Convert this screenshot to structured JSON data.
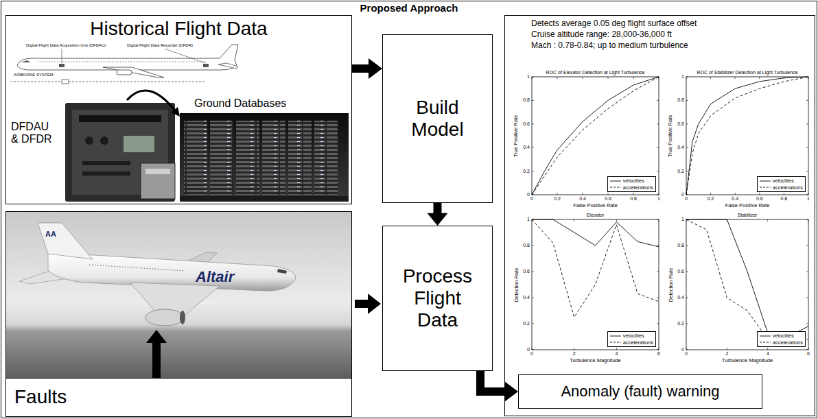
{
  "diagram": {
    "title": "Proposed Approach",
    "nodes": [
      {
        "text": [
          "Historical Flight Data"
        ]
      },
      {
        "text": [
          "Build Model"
        ]
      },
      {
        "text": [
          "Process Flight Data"
        ]
      },
      {
        "text": [
          "Faults"
        ]
      },
      {
        "text": [
          "Detects average 0.05 deg flight surface offset",
          "Cruise altitude range: 28,000-36,000 ft",
          "Mach : 0.78-0.84; up to medium turbulence"
        ]
      },
      {
        "text": [
          "Anomaly (fault) warning"
        ],
        "in": 4
      }
    ],
    "edges": [
      {
        "from": 0,
        "to": 1,
        "arrow": "to"
      },
      {
        "from": 1,
        "to": 2,
        "arrow": "to"
      },
      {
        "from": 2,
        "to": 5,
        "arrow": "to"
      }
    ],
    "labels": [
      "Ground Databases",
      "DFDAU & DFDR",
      "Digital Flight Data Acquisition Unit (DFDAU)",
      "Digital Flight Data Recorder (DFDR)",
      "AIRBORNE SYSTEM",
      "Altair",
      "AA",
      "ROC of Elevator Detection at Light Turbulence",
      "False Positive Rate",
      "True Positive Rate",
      "0",
      "0.2",
      "0.4",
      "0.6",
      "0.8",
      "1",
      "0",
      "0.2",
      "0.4",
      "0.6",
      "0.8",
      "1",
      "ROC of Stabilizer Detection at Light Turbulence",
      "False Positive Rate",
      "True Positive Rate",
      "0",
      "0.2",
      "0.4",
      "0.6",
      "0.8",
      "1",
      "0",
      "0.2",
      "0.4",
      "0.6",
      "0.8",
      "1",
      "Elevator",
      "Turbulence Magnitude",
      "Detection Rate",
      "0",
      "2",
      "4",
      "6",
      "0",
      "0.2",
      "0.4",
      "0.6",
      "0.8",
      "1",
      "Stabilizer",
      "Turbulence Magnitude",
      "Detection Rate",
      "0",
      "2",
      "4",
      "6",
      "0",
      "0.2",
      "0.4",
      "0.6",
      "0.8",
      "1"
    ],
    "legend": [
      {
        "text": "velocities"
      },
      {
        "text": "accelerations"
      },
      {
        "text": "velocities"
      },
      {
        "text": "accelerations"
      },
      {
        "text": "velocities"
      },
      {
        "text": "accelerations"
      },
      {
        "text": "velocities"
      },
      {
        "text": "accelerations"
      }
    ]
  }
}
